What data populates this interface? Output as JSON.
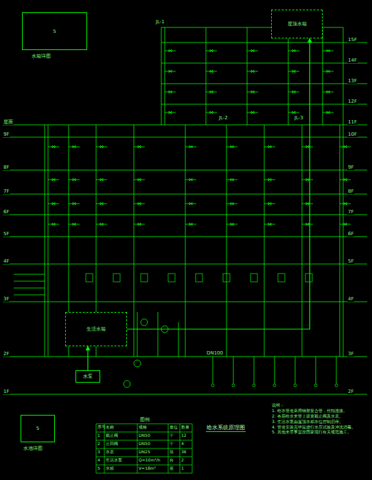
{
  "diagram": {
    "title": "给水系统原理图",
    "nodes": [
      {
        "text": [
          "5"
        ]
      },
      {
        "text": [
          "屋顶水箱"
        ]
      },
      {
        "text": [
          "生活水箱"
        ]
      },
      {
        "text": [
          "水泵"
        ]
      },
      {
        "text": [
          "5"
        ]
      }
    ],
    "edges": [
      {
        "from": 2,
        "to": 1,
        "arrow": "to"
      },
      {
        "from": 3,
        "to": 2,
        "arrow": "to"
      }
    ],
    "labels": [
      "屋面",
      "9F",
      "8F",
      "7F",
      "6F",
      "5F",
      "4F",
      "3F",
      "2F",
      "1F",
      "15F",
      "14F",
      "13F",
      "12F",
      "11F",
      "10F",
      "9F",
      "8F",
      "7F",
      "6F",
      "5F",
      "4F",
      "3F",
      "2F",
      "水箱详图",
      "水池详图",
      "说明：",
      "1. 给水管道采用钢塑复合管，丝扣连接。",
      "2. 各层给水支管上设置截止阀及水表。",
      "3. 生活水泵由屋顶水箱水位控制启停。",
      "4. 管道安装完毕应进行水压试验及冲洗消毒。",
      "5. 其他未尽事宜按国家现行有关规范施工。",
      "图例",
      "JL-1",
      "JL-2",
      "JL-3",
      "DN100",
      "序号",
      "名称",
      "规格",
      "单位",
      "数量",
      "1",
      "截止阀",
      "DN50",
      "个",
      "12",
      "2",
      "止回阀",
      "DN50",
      "个",
      "4",
      "3",
      "水表",
      "DN25",
      "块",
      "36",
      "4",
      "生活水泵",
      "Q=10m³/h",
      "台",
      "2",
      "5",
      "水箱",
      "V=18m³",
      "座",
      "1"
    ]
  }
}
